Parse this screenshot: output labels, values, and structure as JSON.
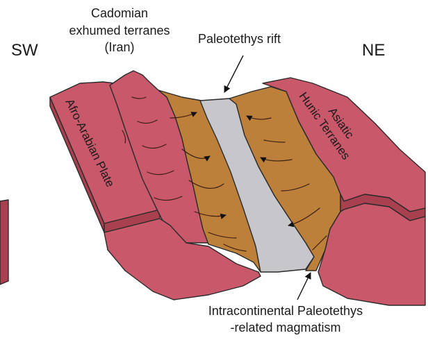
{
  "labels": {
    "sw": "SW",
    "ne": "NE",
    "cadomian": [
      "Cadomian",
      "exhumed terranes",
      "(Iran)"
    ],
    "rift": "Paleotethys rift",
    "afro_arabian": "Afro-Arabian Plate",
    "asiatic": [
      "Asiatic",
      "Hunic Terranes"
    ],
    "magmatism": [
      "Intracontinental Paleotethys",
      "-related magmatism"
    ]
  },
  "colors": {
    "crust_red": "#c8586a",
    "crust_red_dark": "#a8404f",
    "rift_brown": "#bd803a",
    "rift_floor_gray": "#c7c7cb",
    "outline": "#2a2a2a"
  },
  "icons": {
    "flow_arrow": "arrowhead",
    "pointer": "leader-arrow"
  }
}
